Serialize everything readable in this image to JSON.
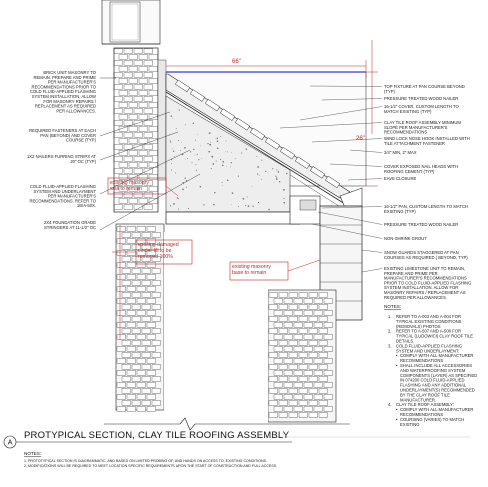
{
  "dimensions": {
    "horizontal": "66\"",
    "vertical": "26\""
  },
  "left_callouts": [
    [
      "BRICK UNIT MASONRY TO",
      "REMAIN. PREPARE AND PRIME",
      "PER MANUFACTURER'S",
      "RECOMMENDATIONS PRIOR TO",
      "COLD FLUID-APPLIED FLASHING",
      "SYSTEM INSTALLATION.  ALLOW",
      "FOR MASONRY REPAIRS /",
      "REPLACEMENT AS REQUIRED",
      "PER ALLOWANCES."
    ],
    [
      "REQUIRED FASTENERS AT EACH",
      "PAN (BEYOND) AND COVER",
      "COURSE (TYP)"
    ],
    [
      "1X2 NAILERS FURRING STRIPS AT",
      "20\" OC (TYP)"
    ],
    [
      "COLD FLUID-APPLIED FLASHING",
      "SYSTEM AND UNDERLAYMENT",
      "PER MANUFACTURER'S",
      "RECOMMENDATIONS.  REFER TO",
      "1B/A-50X."
    ],
    [
      "2X4 FOUNDATION GRADE",
      "STRINGERS AT 11-1/2\" OC"
    ]
  ],
  "right_callouts": [
    [
      "TOP FIXTURE AT PAN COURSE BEYOND",
      "(TYP)"
    ],
    [
      "PRESSURE TREATED WOOD NAILER"
    ],
    [
      "16-1/2\" COVER, CUSTOM LENGTH TO",
      "MATCH EXISTING (TYP)"
    ],
    [
      "CLAY TILE ROOF ASSEMBLY MINIMUM",
      "SLOPE PER  MANUFACTURER'S",
      "RECOMMENDATIONS"
    ],
    [
      "WIND LOCK NOSE HOOK INSTALLED WITH",
      "TILE ATTACHMENT FASTENER"
    ],
    [
      "3/4\" MIN, 2\" MAX"
    ],
    [
      "COVER EXPOSED NAIL HEADS WITH",
      "ROOFING CEMENT (TYP)"
    ],
    [
      "EAVE CLOSURE"
    ],
    [
      "16-1/2\" PAN, CUSTOM LENGTH TO MATCH",
      "EXISTING (TYP)"
    ],
    [
      "PRESSURE TREATED WOOD NAILER"
    ],
    [
      "NON-SHRINK GROUT"
    ],
    [
      "SNOW GUARDS STAGGERED AT PAN",
      "COURSES AS REQUIRED ( BEYOND, TYP)"
    ],
    [
      "EXISTING LIMESTONE UNIT TO REMAIN,",
      "PREPARE AND PRIME PER",
      "MANUFACTURER'S RECOMMENDATIONS",
      "PRIOR TO COLD FLUID-APPLIED FLASHING",
      "SYSTEM INSTALLATION.  ALLOW FOR",
      "MASONRY REPAIRS / REPLACEMENT AS",
      "REQUIRED PER ALLOWANCES."
    ]
  ],
  "red_labels": [
    [
      "existing masonry",
      "wall to remain"
    ],
    [
      "existing damaged",
      "cinder fill to be",
      "removed 100%"
    ],
    [
      "existing masonry",
      "base to remain"
    ]
  ],
  "notes_header": "NOTES:",
  "notes": [
    [
      "1.",
      "REFER TO A-003 AND A-004 FOR",
      "TYPICAL EXISTING CONDITIONS",
      "(REMOVALS) PHOTOS"
    ],
    [
      "2.",
      "REFER TO A-507 AND A-508 FOR",
      "TYPICAL (LUDOWICI) CLAY ROOF TILE",
      "DETAILS."
    ],
    [
      "3.",
      "COLD FLUID-APPLIED FLASHING",
      "SYSTEM AND UNDERLAYMENT:"
    ],
    [
      "•",
      "COMPLY WITH ALL MANUFACTURER",
      "RECOMMENDATIONS"
    ],
    [
      "•",
      "SHALL INCLUDE ALL ACCESSORIES",
      "AND WATERPROOFING SYSTEM",
      "COMPONENTS (LAYER) AS SPECIFIED",
      "IN 074200 COLD FLUID-APPLIED",
      "FLASHING AND ANY ADDITIONAL",
      "UNDERLAYMENT(S) RECOMMENDED",
      "BY THE CLAY ROOF TILE",
      "MANUFACTURER."
    ],
    [
      "4.",
      "CLAY TILE ROOF ASSEMBLY:"
    ],
    [
      "•",
      "COMPLY WITH ALL MANUFACTURER",
      "RECOMMENDATIONS"
    ],
    [
      "•",
      "COURSING (VARIES) TO MATCH",
      "EXISTING"
    ]
  ],
  "title": {
    "bubble": "A",
    "text": "PROTYPICAL SECTION, CLAY TILE ROOFING ASSEMBLY"
  },
  "bottom_notes_header": "NOTES:",
  "bottom_notes": [
    "1.    PROTOTYPICAL SECTION IS DIAGRAMMATIC, AND BASED ON LIMITED PROBING OF, AND HANDS ON ACCESS TO, EXISTING CONDITIONS.",
    "2.    MODIFICATIONS WILL BE REQUIRED TO MEET LOCATION SPECIFIC REQUIREMENTS UPON THE START OF CONSTRUCTION AND FULL ACCESS."
  ],
  "colors": {
    "markup": "#c0282d",
    "ink": "#1a1a1a",
    "flashing": "#3a3acc",
    "masonry_fill": "#f4f4f4"
  }
}
